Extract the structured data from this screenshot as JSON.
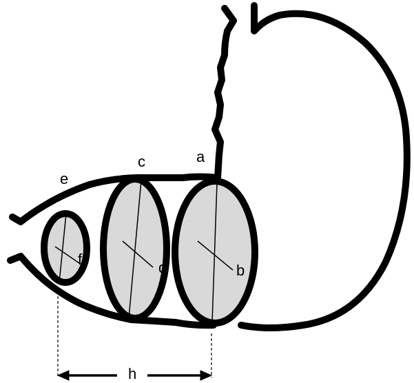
{
  "diagram": {
    "labels": {
      "a": "a",
      "b": "b",
      "c": "c",
      "d": "d",
      "e": "e",
      "f": "f",
      "h": "h"
    },
    "colors": {
      "outline": "#000000",
      "ellipse_fill": "#d9d9d9",
      "background": "#ffffff"
    }
  }
}
